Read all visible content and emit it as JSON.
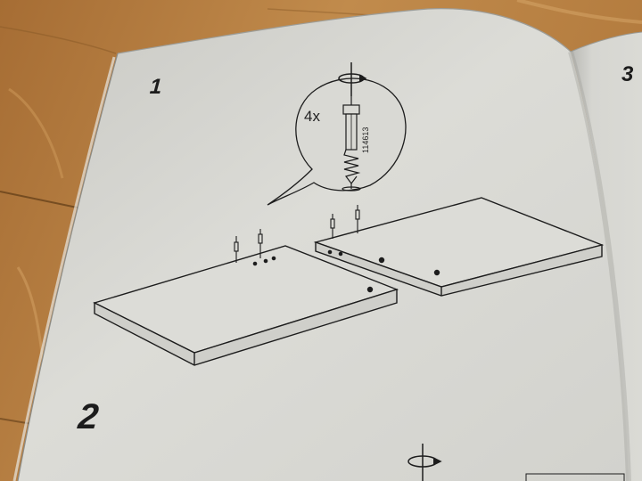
{
  "manual": {
    "steps": {
      "step1_number": "1",
      "step2_number": "2",
      "step3_number": "3"
    },
    "callout": {
      "quantity": "4x",
      "part_number": "114613"
    }
  },
  "icons": [
    "rotate-screwdriver-icon",
    "dowel-screw-icon",
    "shelf-panel",
    "wood-table-surface"
  ],
  "colors": {
    "wood": "#b88244",
    "wood_dark": "#8e5e2a",
    "paper": "#d9d9d4",
    "paper_shadow": "#a9a9a4",
    "ink": "#1d1d1d"
  }
}
